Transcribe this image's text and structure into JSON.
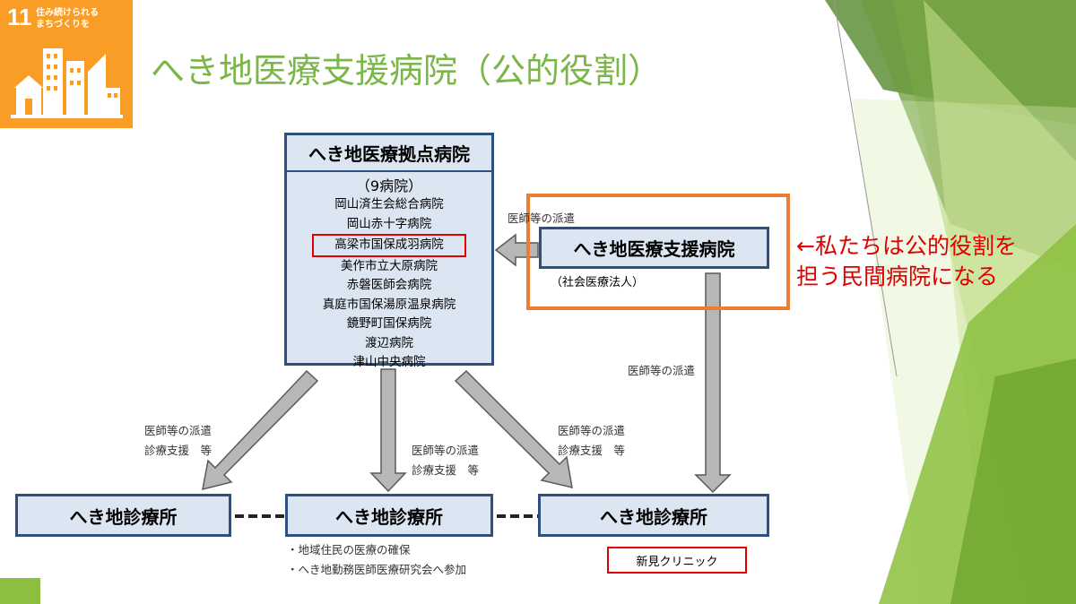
{
  "sdg": {
    "number": "11",
    "text": "住み続けられる\nまちづくりを"
  },
  "title": "へき地医療支援病院（公的役割）",
  "base_hospital": {
    "title": "へき地医療拠点病院",
    "count": "（9病院）",
    "hospitals": [
      "岡山済生会総合病院",
      "岡山赤十字病院",
      "高梁市国保成羽病院",
      "美作市立大原病院",
      "赤磐医師会病院",
      "真庭市国保湯原温泉病院",
      "鏡野町国保病院",
      "渡辺病院",
      "津山中央病院"
    ]
  },
  "support_hospital": {
    "title": "へき地医療支援病院",
    "org": "（社会医療法人）"
  },
  "note_line1": "←私たちは公的役割を",
  "note_line2": "担う民間病院になる",
  "labels": {
    "dispatch": "医師等の派遣",
    "dispatch_support_line1": "医師等の派遣",
    "dispatch_support_line2": "診療支援　等"
  },
  "clinic_label": "へき地診療所",
  "bullets": [
    "・地域住民の医療の確保",
    "・へき地勤務医師医療研究会へ参加"
  ],
  "clinic_name": "新見クリニック",
  "colors": {
    "accent": "#7ab648",
    "box_fill": "#dce6f2",
    "box_border": "#2e4f7f",
    "highlight": "#ed7d31",
    "red": "#e00000"
  }
}
